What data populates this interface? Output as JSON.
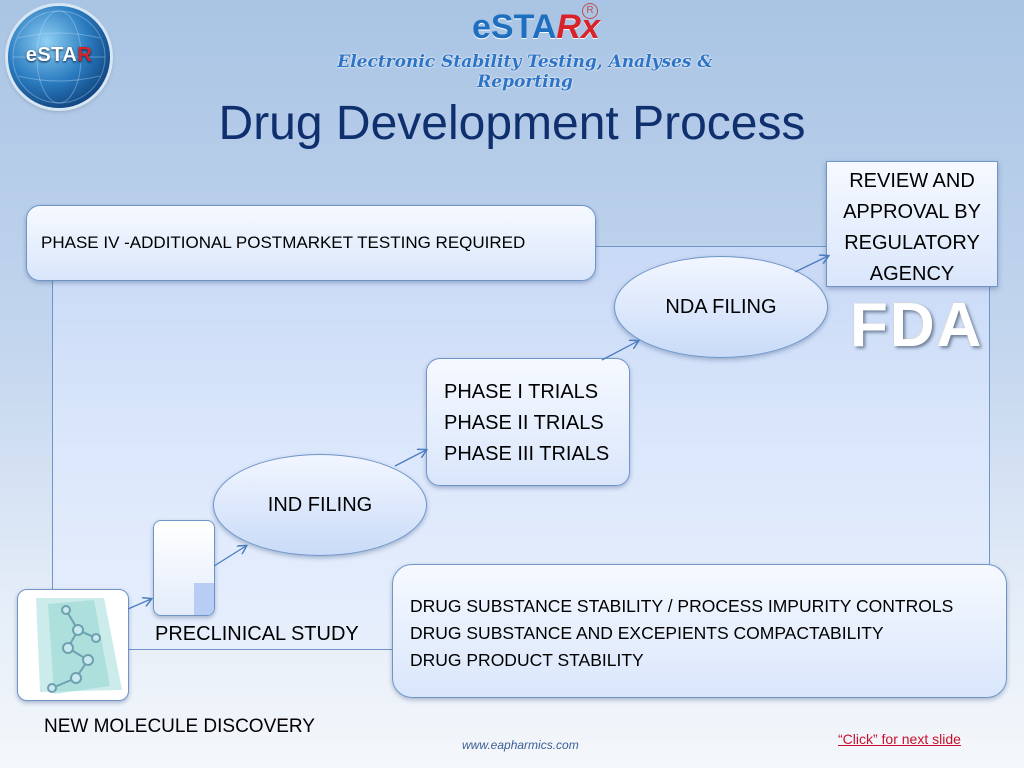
{
  "header": {
    "logo_text": "eSTA",
    "logo_text_r": "R",
    "brand_text": "eSTA",
    "brand_rx": "Rx",
    "tagline": "Electronic Stability Testing, Analyses & Reporting"
  },
  "title": "Drug Development Process",
  "phase4": "PHASE IV  -ADDITIONAL POSTMARKET  TESTING REQUIRED",
  "review": [
    "REVIEW AND",
    "APPROVAL BY",
    "REGULATORY",
    "AGENCY"
  ],
  "nda": "NDA FILING",
  "fda": "FDA",
  "trials": [
    "PHASE I TRIALS",
    "PHASE II TRIALS",
    "PHASE III TRIALS"
  ],
  "ind": "IND FILING",
  "preclinical": "PRECLINICAL STUDY",
  "discovery": "NEW MOLECULE DISCOVERY",
  "stability": [
    "DRUG SUBSTANCE STABILITY / PROCESS IMPURITY CONTROLS",
    "DRUG SUBSTANCE AND EXCEPIENTS COMPACTABILITY",
    "DRUG PRODUCT STABILITY"
  ],
  "footer": {
    "url": "www.eapharmics.com",
    "next": "“Click” for next slide"
  },
  "colors": {
    "title": "#0f2f6e",
    "arrow": "#4a7cc0",
    "link": "#c8102e"
  }
}
